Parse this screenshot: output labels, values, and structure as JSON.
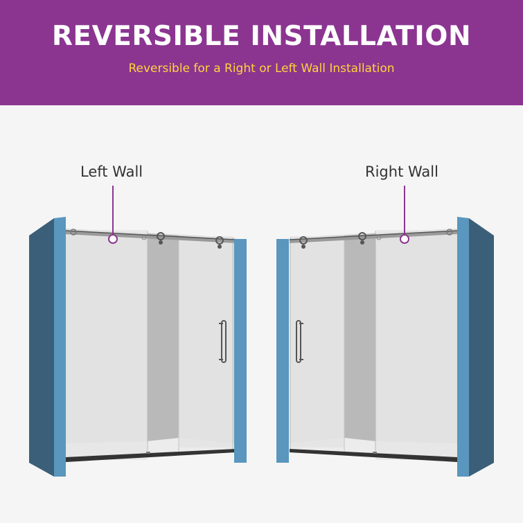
{
  "header": {
    "title": "REVERSIBLE INSTALLATION",
    "subtitle": "Reversible for a Right or Left Wall Installation"
  },
  "diagrams": {
    "left": {
      "label": "Left Wall"
    },
    "right": {
      "label": "Right Wall"
    }
  },
  "colors": {
    "banner": "#8b3591",
    "subtitle": "#ffd43b",
    "wall_front": "#5a96bd",
    "wall_side": "#3b5f78",
    "callout": "#8b3591"
  }
}
